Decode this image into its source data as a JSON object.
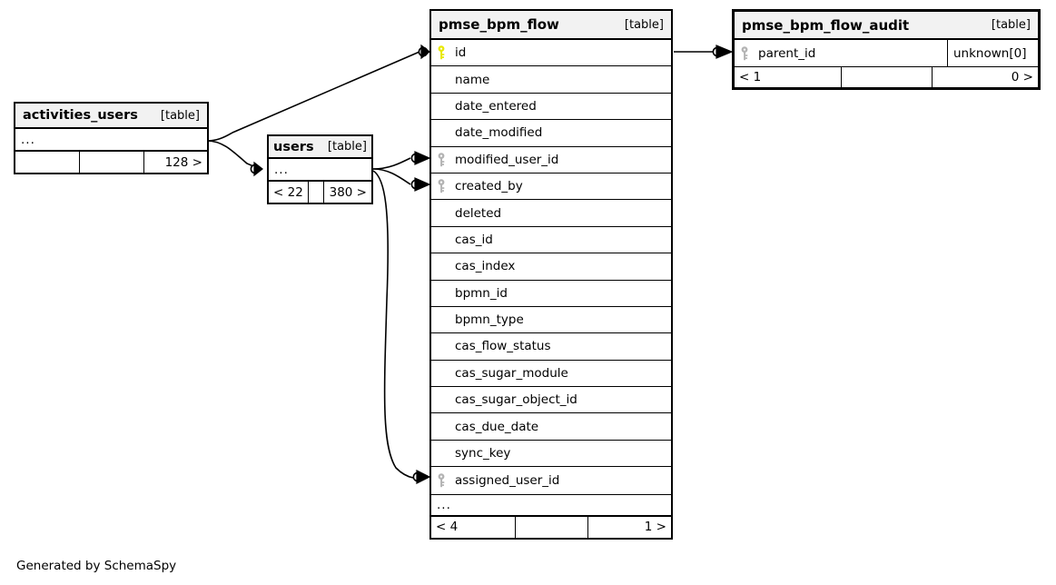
{
  "diagram": {
    "tool_credit": "Generated by SchemaSpy",
    "table_tag": "[table]",
    "ellipsis": "...",
    "colors": {
      "primary_key_icon": "#e8e800",
      "foreign_key_icon": "#b3b3b3",
      "header_background": "#f2f2f2",
      "border": "#000000",
      "background": "#ffffff"
    }
  },
  "tables": {
    "activities_users": {
      "name": "activities_users",
      "tag": "[table]",
      "ellipsis": "...",
      "footer": {
        "left": "",
        "middle": "",
        "right": "128 >"
      }
    },
    "users": {
      "name": "users",
      "tag": "[table]",
      "ellipsis": "...",
      "footer": {
        "left": "< 22",
        "middle": "",
        "right": "380 >"
      }
    },
    "pmse_bpm_flow": {
      "name": "pmse_bpm_flow",
      "tag": "[table]",
      "ellipsis": "...",
      "footer": {
        "left": "< 4",
        "middle": "",
        "right": "1 >"
      },
      "columns": [
        {
          "name": "id",
          "key": "primary"
        },
        {
          "name": "name",
          "key": "none"
        },
        {
          "name": "date_entered",
          "key": "none"
        },
        {
          "name": "date_modified",
          "key": "none"
        },
        {
          "name": "modified_user_id",
          "key": "foreign"
        },
        {
          "name": "created_by",
          "key": "foreign"
        },
        {
          "name": "deleted",
          "key": "none"
        },
        {
          "name": "cas_id",
          "key": "none"
        },
        {
          "name": "cas_index",
          "key": "none"
        },
        {
          "name": "bpmn_id",
          "key": "none"
        },
        {
          "name": "bpmn_type",
          "key": "none"
        },
        {
          "name": "cas_flow_status",
          "key": "none"
        },
        {
          "name": "cas_sugar_module",
          "key": "none"
        },
        {
          "name": "cas_sugar_object_id",
          "key": "none"
        },
        {
          "name": "cas_due_date",
          "key": "none"
        },
        {
          "name": "sync_key",
          "key": "none"
        },
        {
          "name": "assigned_user_id",
          "key": "foreign"
        }
      ]
    },
    "pmse_bpm_flow_audit": {
      "name": "pmse_bpm_flow_audit",
      "tag": "[table]",
      "footer": {
        "left": "< 1",
        "middle": "",
        "right": "0 >"
      },
      "columns": [
        {
          "name": "parent_id",
          "key": "foreign",
          "type": "unknown[0]"
        }
      ]
    }
  }
}
